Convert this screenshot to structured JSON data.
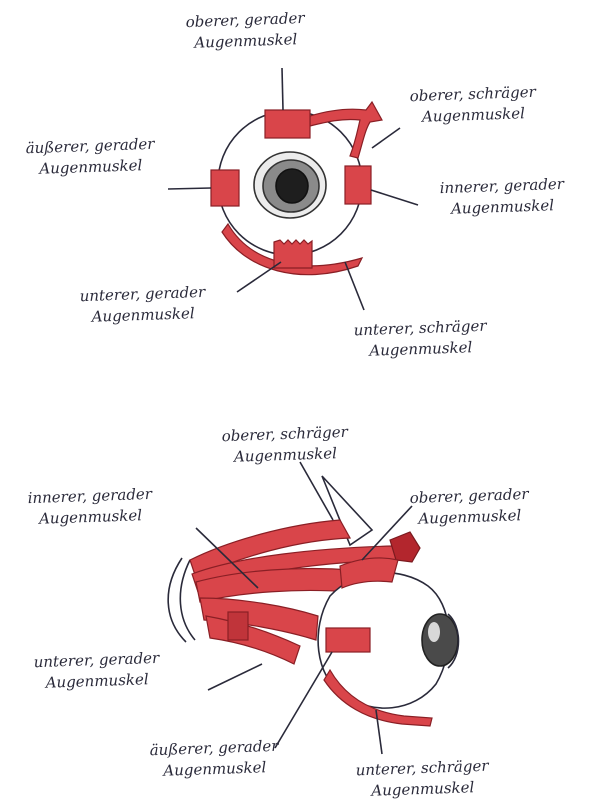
{
  "colors": {
    "muscle": "#d9454a",
    "muscle_dark": "#b3262d",
    "ink": "#2a2a3a",
    "iris": "#4a4a4a"
  },
  "front_view": {
    "labels": {
      "superior_rectus": [
        "oberer, gerader",
        "Augenmuskel"
      ],
      "superior_oblique": [
        "oberer, schräger",
        "Augenmuskel"
      ],
      "lateral_rectus": [
        "äußerer, gerader",
        "Augenmuskel"
      ],
      "medial_rectus": [
        "innerer, gerader",
        "Augenmuskel"
      ],
      "inferior_rectus": [
        "unterer, gerader",
        "Augenmuskel"
      ],
      "inferior_oblique": [
        "unterer, schräger",
        "Augenmuskel"
      ]
    }
  },
  "side_view": {
    "labels": {
      "superior_oblique": [
        "oberer, schräger",
        "Augenmuskel"
      ],
      "medial_rectus": [
        "innerer, gerader",
        "Augenmuskel"
      ],
      "superior_rectus": [
        "oberer, gerader",
        "Augenmuskel"
      ],
      "inferior_rectus": [
        "unterer, gerader",
        "Augenmuskel"
      ],
      "lateral_rectus": [
        "äußerer, gerader",
        "Augenmuskel"
      ],
      "inferior_oblique": [
        "unterer, schräger",
        "Augenmuskel"
      ]
    }
  }
}
